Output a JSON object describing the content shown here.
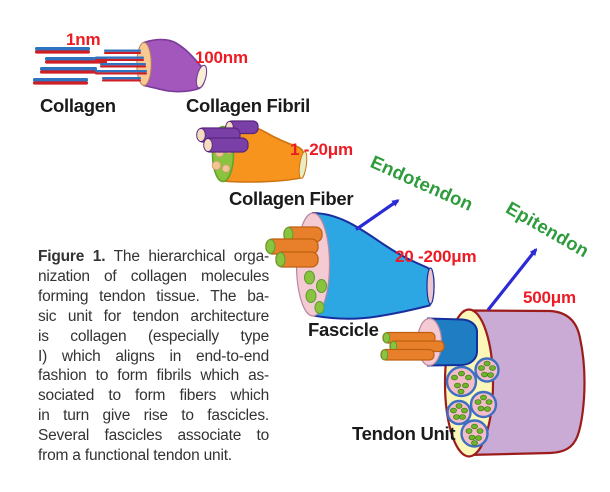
{
  "diagram": {
    "stages": [
      {
        "id": "collagen",
        "label": "Collagen",
        "size": "1nm"
      },
      {
        "id": "collagen-fibril",
        "label": "Collagen Fibril",
        "size": "100nm"
      },
      {
        "id": "collagen-fiber",
        "label": "Collagen Fiber",
        "size": "1 -20μm"
      },
      {
        "id": "fascicle",
        "label": "Fascicle",
        "size": "20 -200μm"
      },
      {
        "id": "tendon-unit",
        "label": "Tendon Unit",
        "size": "500μm"
      }
    ],
    "annotations": [
      {
        "id": "endotendon",
        "label": "Endotendon"
      },
      {
        "id": "epitendon",
        "label": "Epitendon"
      }
    ],
    "icons": [
      {
        "name": "endotendon-arrow",
        "shape": "blue-arrow-up-right"
      },
      {
        "name": "epitendon-arrow",
        "shape": "blue-arrow-up-right"
      }
    ],
    "colors": {
      "size_label": "#ed1c24",
      "annotation_label": "#2e9b3d",
      "stage_label": "#1a1a1a",
      "arrow": "#2b2bd5",
      "molecule_blue": "#2f74c0",
      "molecule_red": "#cf1f24",
      "fibril_purple": "#a356bc",
      "fiber_orange": "#f7941d",
      "fiber_face_green": "#8ac43e",
      "fascicle_blue": "#2da7e3",
      "fascicle_face_pink": "#f4cad3",
      "tendon_lavender": "#c9abd5",
      "tendon_face_yellow": "#fbf7b9",
      "tendon_border_red": "#9c1c1c"
    }
  },
  "caption": {
    "bold_label": "Figure 1.",
    "lines": [
      "The hierarchical orga-",
      "nization of collagen molecules",
      "forming tendon tissue. The ba-",
      "sic unit for tendon architecture",
      "is collagen (especially type",
      "I) which aligns in end-to-end",
      "fashion to form fibrils which as-",
      "sociated to form fibers which",
      "in turn give rise to fascicles.",
      "Several fascicles associate to",
      "from a functional tendon unit."
    ]
  }
}
